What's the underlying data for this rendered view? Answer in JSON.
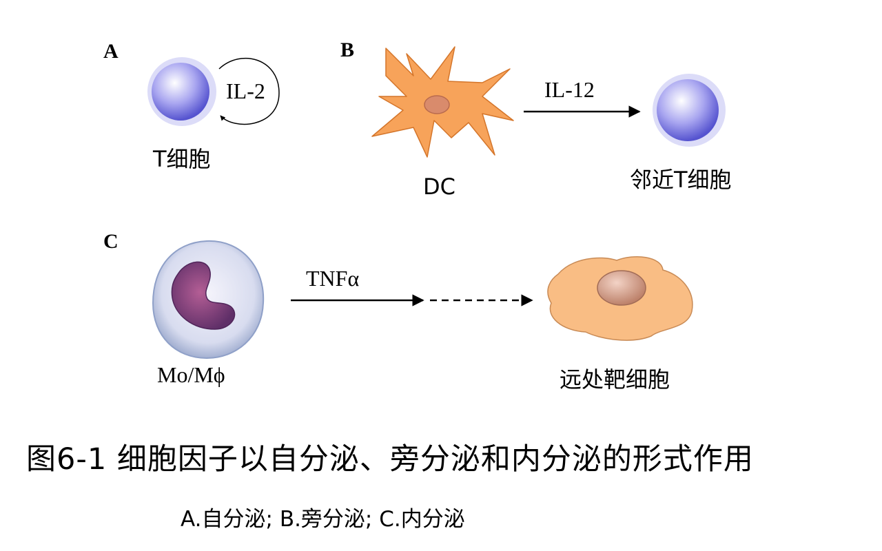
{
  "panel_a": {
    "letter": "A",
    "cytokine": "IL-2",
    "cell_label": "T细胞"
  },
  "panel_b": {
    "letter": "B",
    "source_label": "DC",
    "cytokine": "IL-12",
    "target_label": "邻近T细胞"
  },
  "panel_c": {
    "letter": "C",
    "source_label": "Mo/Mϕ",
    "cytokine": "TNFα",
    "target_label": "远处靶细胞"
  },
  "caption": {
    "title": "图6-1 细胞因子以自分泌、旁分泌和内分泌的形式作用",
    "subtitle": "A.自分泌; B.旁分泌;  C.内分泌"
  }
}
